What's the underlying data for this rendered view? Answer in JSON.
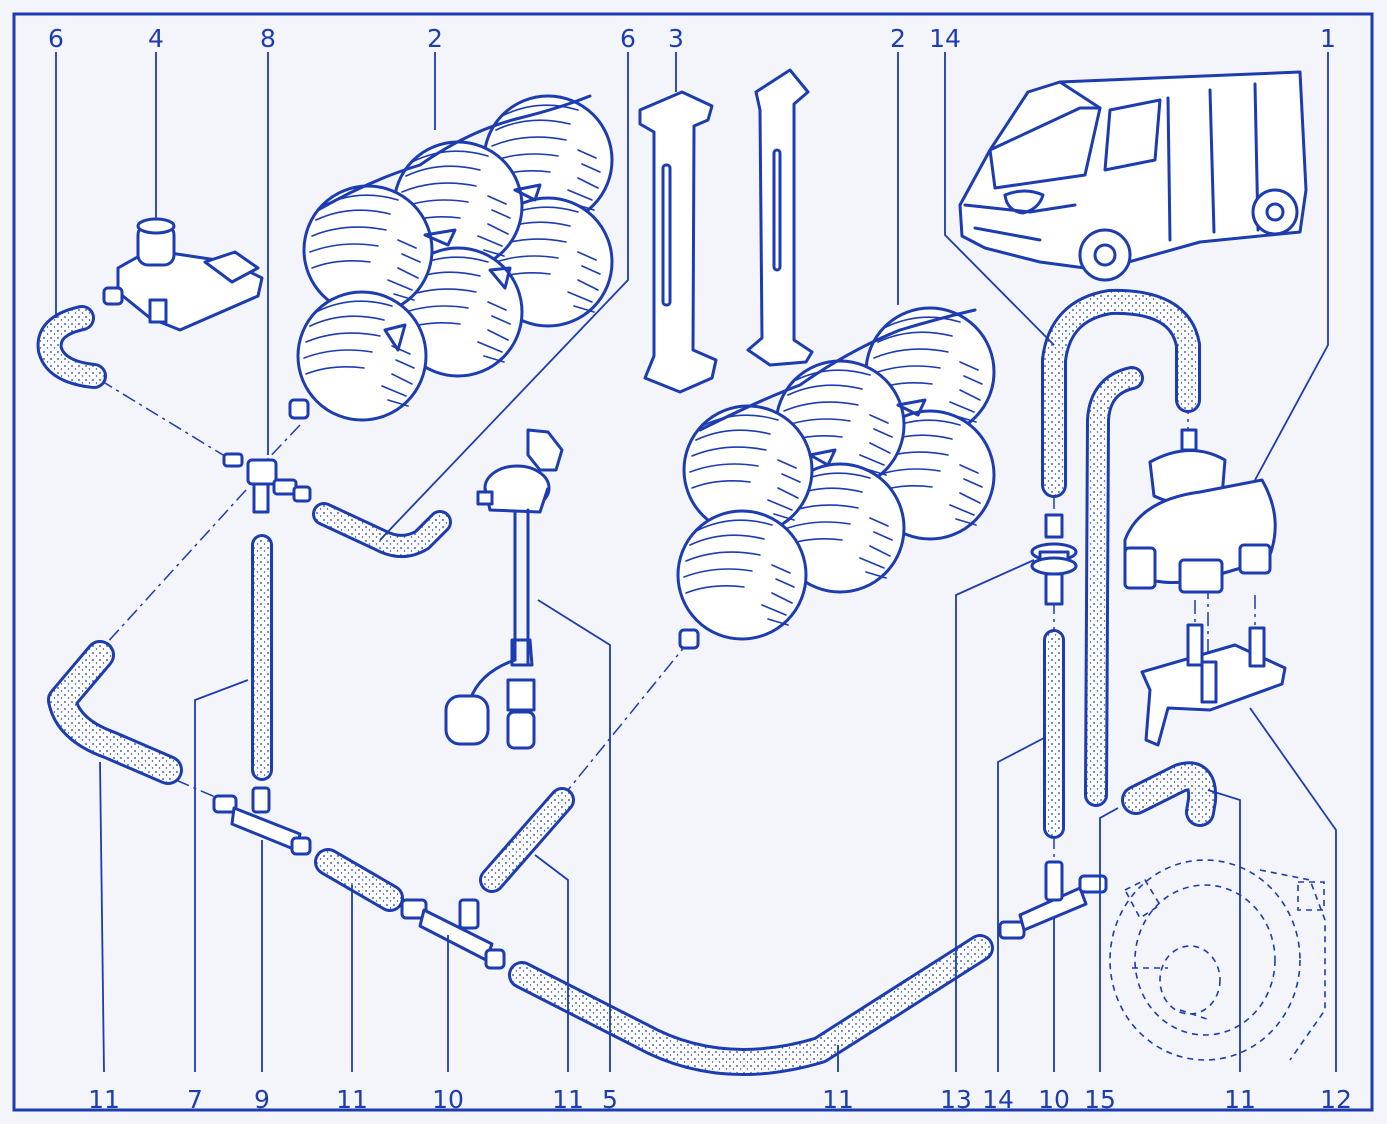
{
  "colors": {
    "ink": "#1c3cb0",
    "paper": "#f3f5fb",
    "fill": "#ffffff"
  },
  "labels": {
    "top": [
      "6",
      "4",
      "8",
      "2",
      "6",
      "3",
      "2",
      "14",
      "1"
    ],
    "bottom": [
      "11",
      "7",
      "9",
      "11",
      "10",
      "11",
      "5",
      "11",
      "13",
      "14",
      "10",
      "15",
      "11",
      "12"
    ]
  },
  "parts": {
    "van": "van-illustration",
    "balloons": "balloon-bag-cluster",
    "straps": "mounting-straps",
    "valve": "vacuum-valve",
    "reservoir": "reservoir-with-filler",
    "solenoid": "solenoid-valve-with-bracket",
    "servo": "brake-servo-dashed",
    "hoses": "vacuum-hoses",
    "connectors": "t-pieces-and-check-valve"
  }
}
